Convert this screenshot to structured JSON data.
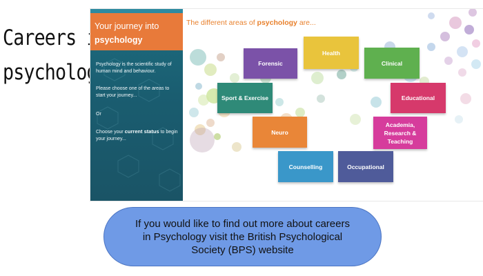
{
  "slide": {
    "title_line1": "Careers in",
    "title_line2": "psychology"
  },
  "sidebar": {
    "journey_line1": "Your journey into",
    "journey_line2": "psychology",
    "intro": "Psychology is the scientific study of human mind and behaviour.",
    "choose_area": "Please choose one of the areas to start your journey...",
    "or": "Or",
    "status_prefix": "Choose your ",
    "status_bold": "current status",
    "status_suffix": " to begin your journey..."
  },
  "main": {
    "heading_prefix": "The different areas of ",
    "heading_bold": "psychology",
    "heading_suffix": " are..."
  },
  "areas": [
    {
      "label": "Forensic",
      "color": "#7b52a8"
    },
    {
      "label": "Health",
      "color": "#e9c43c"
    },
    {
      "label": "Clinical",
      "color": "#5fb04f"
    },
    {
      "label": "Sport & Exercise",
      "color": "#2f8a78"
    },
    {
      "label": "Educational",
      "color": "#d6396b"
    },
    {
      "label": "Neuro",
      "color": "#e98638"
    },
    {
      "label": "Academia, Research & Teaching",
      "color": "#d63c9c"
    },
    {
      "label": "Counselling",
      "color": "#3a97c9"
    },
    {
      "label": "Occupational",
      "color": "#4f5b9a"
    }
  ],
  "cta": {
    "text": "If you would like to find out more about careers in Psychology visit the British Psychological Society (BPS) website"
  },
  "colors": {
    "sidebar": "#1a5d70",
    "journey_box": "#e87a3a",
    "heading": "#e8802c",
    "cta_fill": "#6f9ae6"
  }
}
